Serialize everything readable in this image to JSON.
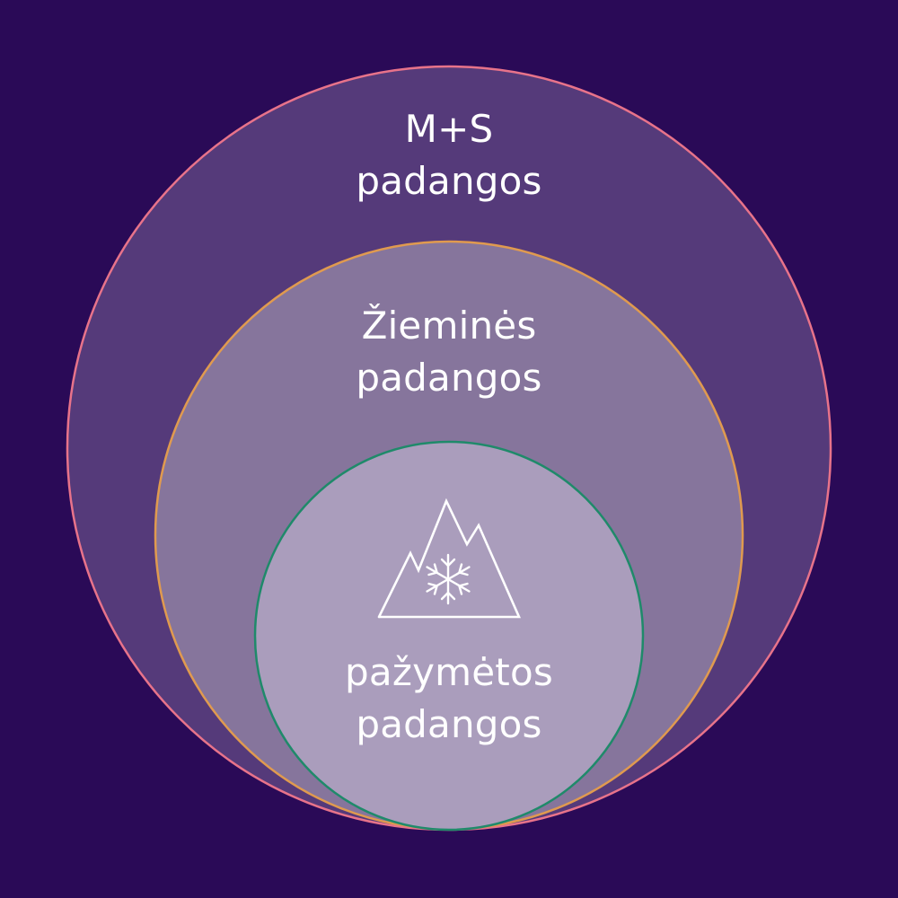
{
  "background_color": "#2a0a57",
  "circles": [
    {
      "id": "outer",
      "fill": "#553a7a",
      "stroke": "#e8738a",
      "label_lines": [
        "M+S",
        "padangos"
      ]
    },
    {
      "id": "middle",
      "fill": "#86759c",
      "stroke": "#e09a4f",
      "label_lines": [
        "Žieminės",
        "padangos"
      ]
    },
    {
      "id": "inner",
      "fill": "#aa9dbc",
      "stroke": "#1f8a6a",
      "label_lines": [
        "pažymėtos",
        "padangos"
      ],
      "icon": "mountain-snowflake-icon"
    }
  ]
}
